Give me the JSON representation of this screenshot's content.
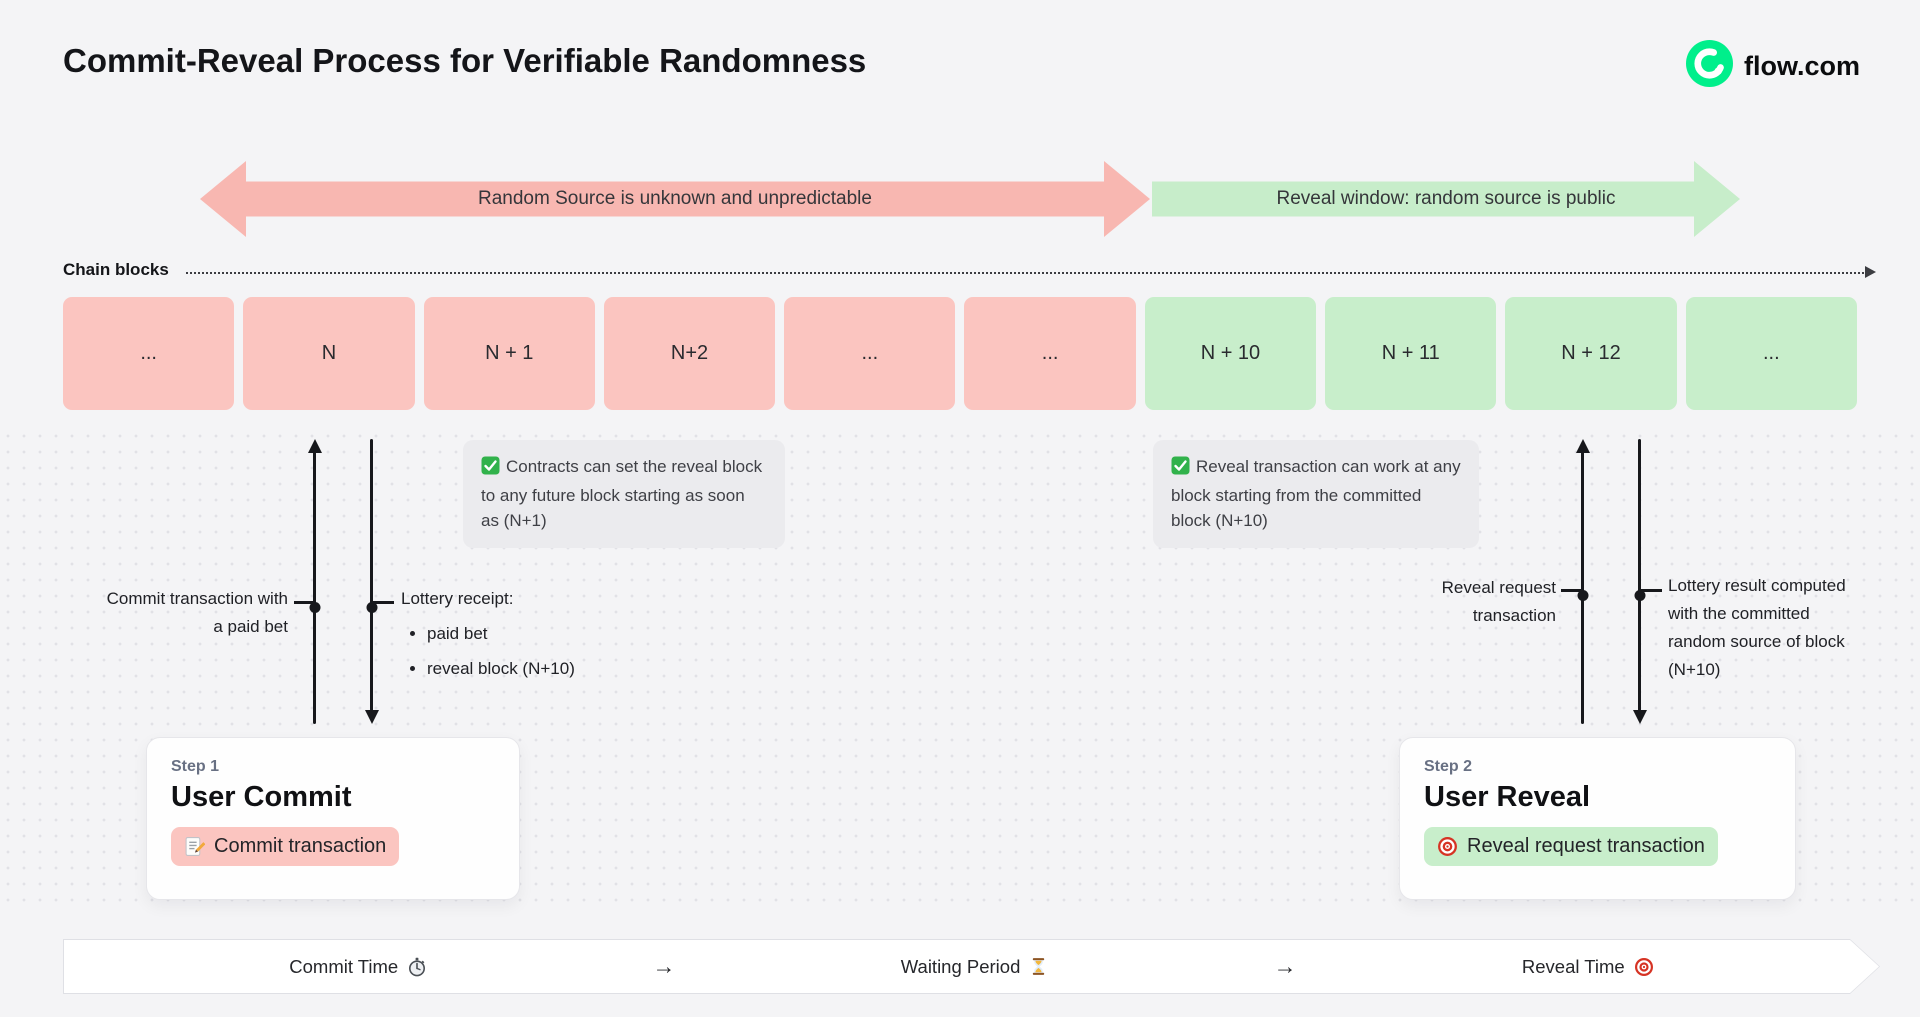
{
  "page": {
    "title": "Commit-Reveal Process for Verifiable Randomness",
    "brand": "flow.com"
  },
  "colors": {
    "flow_green": "#00ef8b",
    "commit_pink_banner": "#f8b7b1",
    "commit_pink_block": "#fbc5c0",
    "reveal_green_block": "#c8eecb",
    "note_gray": "#ebebee"
  },
  "banners": {
    "commit": "Random Source is unknown and unpredictable",
    "reveal": "Reveal window: random source is public"
  },
  "chain": {
    "label": "Chain blocks",
    "blocks": [
      {
        "label": "...",
        "phase": "commit"
      },
      {
        "label": "N",
        "phase": "commit"
      },
      {
        "label": "N + 1",
        "phase": "commit"
      },
      {
        "label": "N+2",
        "phase": "commit"
      },
      {
        "label": "...",
        "phase": "commit"
      },
      {
        "label": "...",
        "phase": "commit"
      },
      {
        "label": "N + 10",
        "phase": "reveal"
      },
      {
        "label": "N + 11",
        "phase": "reveal"
      },
      {
        "label": "N + 12",
        "phase": "reveal"
      },
      {
        "label": "...",
        "phase": "reveal"
      }
    ]
  },
  "notes": {
    "left": {
      "icon": "check-icon",
      "text": "Contracts can set the reveal block to any future block starting as soon as (N+1)"
    },
    "right": {
      "icon": "check-icon",
      "text": "Reveal transaction can work at any block starting from the committed block (N+10)"
    }
  },
  "annotations": {
    "commit_tx": "Commit transaction with a paid bet",
    "lottery_receipt": {
      "title": "Lottery receipt:",
      "items": [
        "paid bet",
        "reveal block (N+10)"
      ]
    },
    "reveal_request": "Reveal request transaction",
    "lottery_result": "Lottery result computed with the committed random source of block (N+10)"
  },
  "steps": {
    "step1": {
      "eyebrow": "Step 1",
      "title": "User Commit",
      "badge": "Commit transaction",
      "badge_icon": "memo-icon"
    },
    "step2": {
      "eyebrow": "Step 2",
      "title": "User Reveal",
      "badge": "Reveal request transaction",
      "badge_icon": "target-icon"
    }
  },
  "timeline": {
    "commit": "Commit Time",
    "commit_icon": "stopwatch-icon",
    "waiting": "Waiting Period",
    "waiting_icon": "hourglass-icon",
    "reveal": "Reveal Time",
    "reveal_icon": "target-icon",
    "arrow": "→"
  }
}
